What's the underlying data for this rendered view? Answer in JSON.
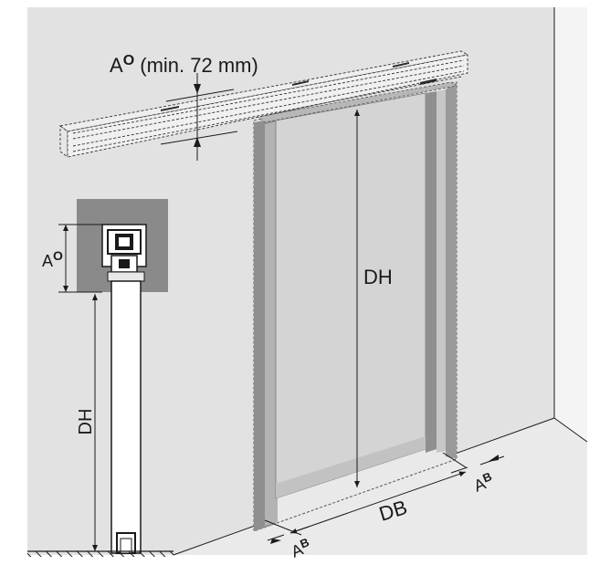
{
  "labels": {
    "ao_top_prefix": "A",
    "ao_top_sup": "O",
    "ao_top_suffix": " (min. 72 mm)",
    "ao_side_prefix": "A",
    "ao_side_sup": "O",
    "dh_door": "DH",
    "dh_side": "DH",
    "db": "DB",
    "ab_left_prefix": "A",
    "ab_left_sup": "B",
    "ab_right_prefix": "A",
    "ab_right_sup": "B"
  },
  "colors": {
    "background": "#ffffff",
    "wall": "#e2e2e2",
    "door_leaf": "#d4d4d4",
    "frame_dark": "#8f8f8f",
    "frame_mid": "#b3b3b3",
    "section_box": "#8a8a8a",
    "line": "#1a1a1a"
  }
}
